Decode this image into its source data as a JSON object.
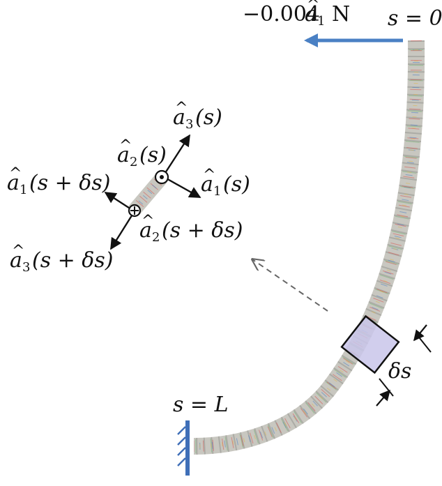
{
  "labels": {
    "force": "−0.004",
    "force_vec": "a",
    "force_sub": "1",
    "force_unit": "N",
    "s_start": "s = 0",
    "s_end": "s = L",
    "ds": "δs",
    "a3s": "(s)",
    "a2s": "(s)",
    "a1s": "(s)",
    "a1sds": "(s + δs)",
    "a2sds": "(s + δs)",
    "a3sds": "(s + δs)",
    "vec_a": "a",
    "sub1": "1",
    "sub2": "2",
    "sub3": "3",
    "hat": "^"
  },
  "colors": {
    "force_arrow": "#4a80c4",
    "wall": "#3f6fb8",
    "element_box_fill": "#c9c6ea",
    "element_box_stroke": "#111111",
    "rod_main": "#c8c7c0",
    "rod_dots": [
      "#d9534f",
      "#4a80c4",
      "#6fb86f",
      "#e0b64a",
      "#9b7cc7"
    ]
  }
}
